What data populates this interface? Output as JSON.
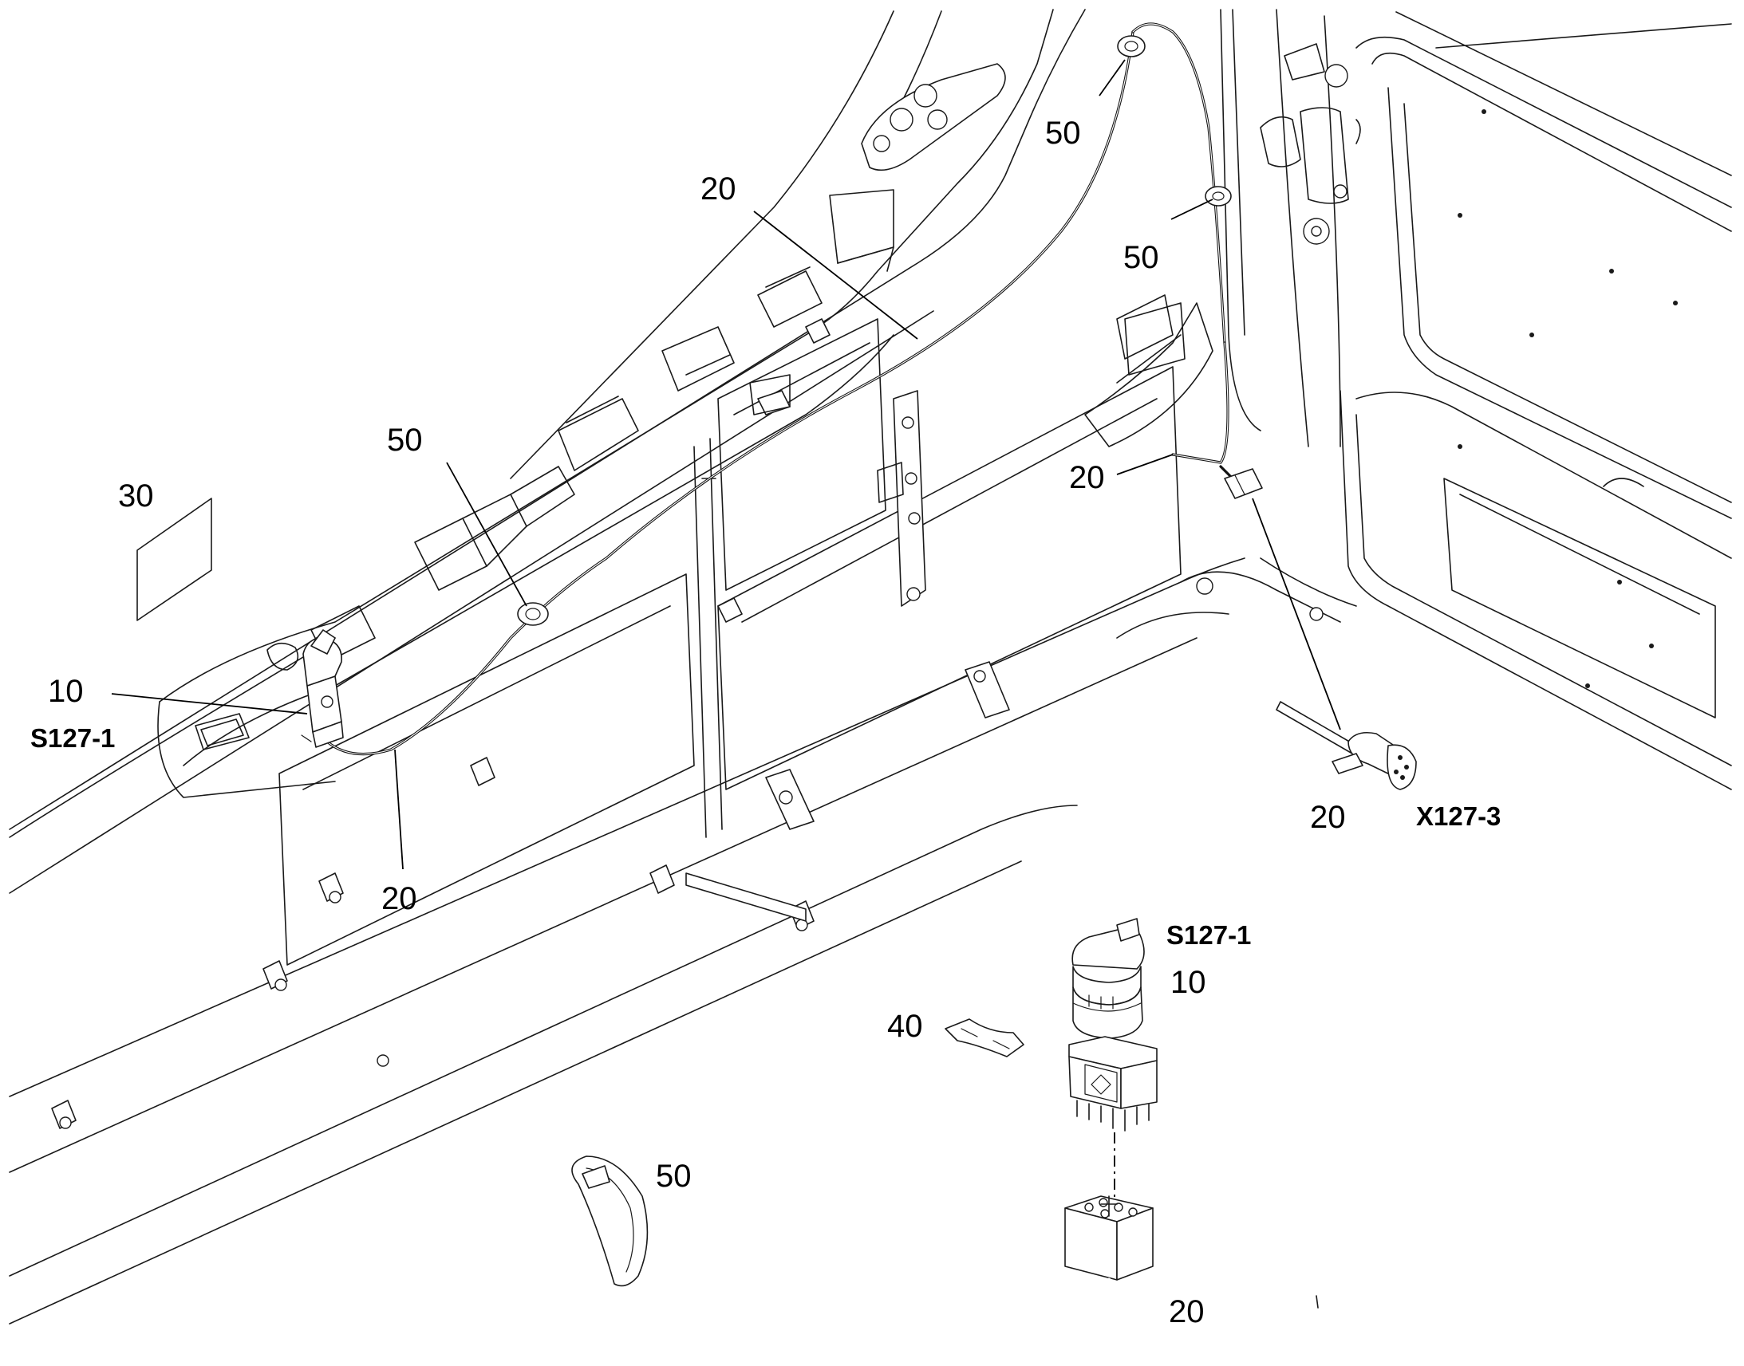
{
  "callouts": [
    {
      "id": "c30",
      "text": "30"
    },
    {
      "id": "c10a",
      "text": "10"
    },
    {
      "id": "c50a",
      "text": "50"
    },
    {
      "id": "c20a",
      "text": "20"
    },
    {
      "id": "c20b",
      "text": "20"
    },
    {
      "id": "c50b",
      "text": "50"
    },
    {
      "id": "c50c",
      "text": "50"
    },
    {
      "id": "c20c",
      "text": "20"
    },
    {
      "id": "c20d",
      "text": "20"
    },
    {
      "id": "c10b",
      "text": "10"
    },
    {
      "id": "c40",
      "text": "40"
    },
    {
      "id": "c50d",
      "text": "50"
    },
    {
      "id": "c20e",
      "text": "20"
    }
  ],
  "references": {
    "switch_main": "S127-1",
    "switch_detail": "S127-1",
    "connector": "X127-3"
  }
}
